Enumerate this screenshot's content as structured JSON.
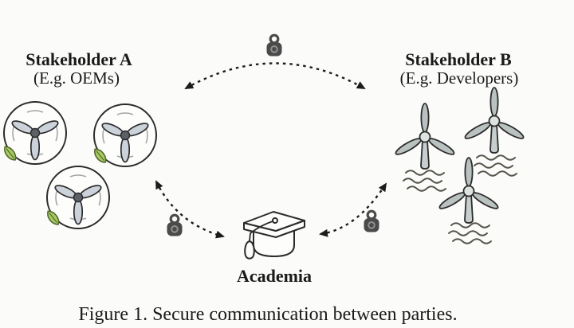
{
  "figure": {
    "caption": "Figure 1. Secure communication between parties.",
    "nodes": {
      "stakeholder_a": {
        "title": "Stakeholder A",
        "subtitle": "(E.g. OEMs)",
        "icon": "wind-turbine-front-with-leaf-icon",
        "icon_count": 3
      },
      "stakeholder_b": {
        "title": "Stakeholder B",
        "subtitle": "(E.g. Developers)",
        "icon": "offshore-wind-turbine-icon",
        "icon_count": 3
      },
      "academia": {
        "title": "Academia",
        "icon": "graduation-cap-icon"
      }
    },
    "edges": [
      {
        "from": "Stakeholder A",
        "to": "Stakeholder B",
        "line": "dashed",
        "arrows": "both",
        "badge": "lock-icon"
      },
      {
        "from": "Stakeholder A",
        "to": "Academia",
        "line": "dashed",
        "arrows": "both",
        "badge": "lock-icon"
      },
      {
        "from": "Academia",
        "to": "Stakeholder B",
        "line": "dashed",
        "arrows": "both",
        "badge": "lock-icon"
      }
    ]
  },
  "colors": {
    "background": "#fbfbf9",
    "text": "#1a1a1a",
    "ink": "#2b2b2b",
    "arrow": "#1c1c1c",
    "arc": "#a3a8ab",
    "blade-front": "#ccd2da",
    "hub-front": "#5d6167",
    "blade-side": "#b9c2c0",
    "tower": "#c6cfce",
    "hub-side": "#dde3e1",
    "leaf-fill": "#a9cb64",
    "leaf-stroke": "#50682c",
    "lock": "#4a4a4a",
    "lock-ring": "#8f8f8f",
    "wave": "#55534a"
  }
}
